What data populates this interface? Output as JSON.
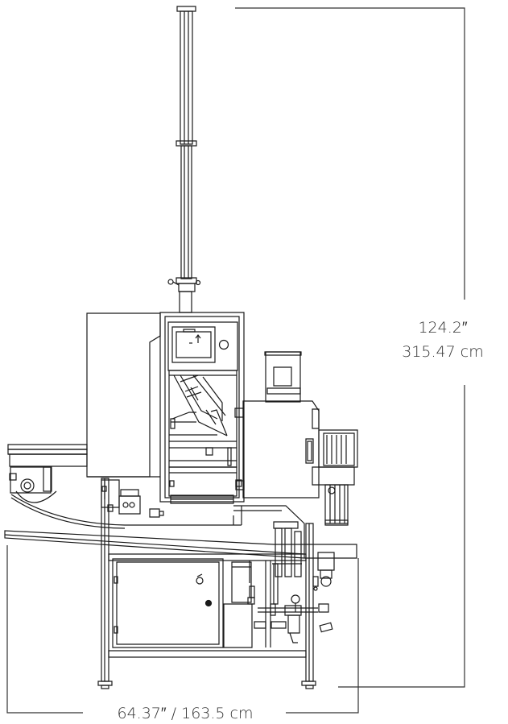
{
  "diagram": {
    "height_dimension": {
      "inches": "124.2″",
      "metric": "315.47 cm"
    },
    "width_dimension": {
      "label": "64.37″  /  163.5 cm"
    },
    "colors": {
      "line": "#1a1a1a",
      "dimension_line": "#333333",
      "background": "#ffffff"
    }
  }
}
